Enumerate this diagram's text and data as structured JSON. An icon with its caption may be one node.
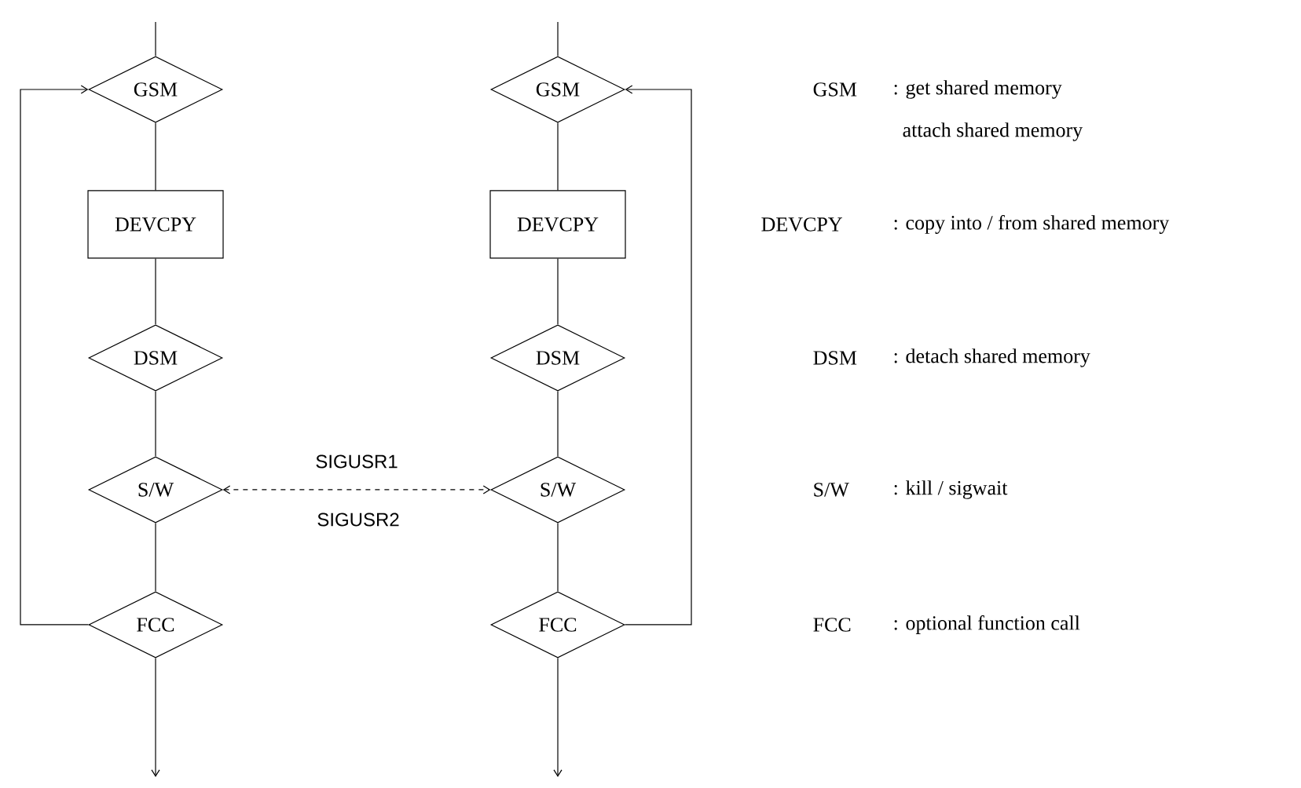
{
  "diagram": {
    "nodes": [
      {
        "text": [
          "GSM"
        ]
      },
      {
        "text": [
          "DEVCPY"
        ]
      },
      {
        "text": [
          "DSM"
        ]
      },
      {
        "text": [
          "S/W"
        ]
      },
      {
        "text": [
          "FCC"
        ]
      },
      {
        "text": [
          "GSM"
        ]
      },
      {
        "text": [
          "DEVCPY"
        ]
      },
      {
        "text": [
          "DSM"
        ]
      },
      {
        "text": [
          "S/W"
        ]
      },
      {
        "text": [
          "FCC"
        ]
      }
    ],
    "edges": [
      {
        "from": null,
        "to": 0,
        "arrow": "none"
      },
      {
        "from": 0,
        "to": 1,
        "arrow": "none"
      },
      {
        "from": 1,
        "to": 2,
        "arrow": "none"
      },
      {
        "from": 2,
        "to": 3,
        "arrow": "none"
      },
      {
        "from": 3,
        "to": 4,
        "arrow": "none"
      },
      {
        "from": 4,
        "to": 0,
        "arrow": "to"
      },
      {
        "from": 4,
        "to": null,
        "arrow": "to"
      },
      {
        "from": null,
        "to": 5,
        "arrow": "none"
      },
      {
        "from": 5,
        "to": 6,
        "arrow": "none"
      },
      {
        "from": 6,
        "to": 7,
        "arrow": "none"
      },
      {
        "from": 7,
        "to": 8,
        "arrow": "none"
      },
      {
        "from": 8,
        "to": 9,
        "arrow": "none"
      },
      {
        "from": 9,
        "to": 5,
        "arrow": "to"
      },
      {
        "from": 9,
        "to": null,
        "arrow": "to"
      },
      {
        "from": 3,
        "to": 8,
        "arrow": "both",
        "style": "dashed",
        "label": "SIGUSR1"
      }
    ],
    "labels": [
      "SIGUSR2",
      "GSM",
      ": get shared memory",
      "attach shared memory",
      "DEVCPY",
      ": copy into / from shared memory",
      "DSM",
      ": detach shared memory",
      "S/W",
      ": kill / sigwait",
      "FCC",
      ": optional function call"
    ]
  }
}
